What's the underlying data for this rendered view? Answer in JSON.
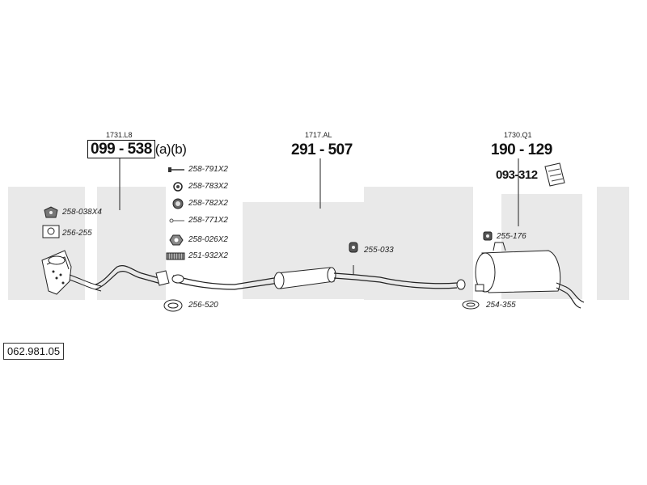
{
  "catalog_number": "062.981.05",
  "watermark": {
    "color": "#e9e9e9"
  },
  "sections": [
    {
      "ref": "1731.L8",
      "part": "099 - 538",
      "suffix": "(a)(b)"
    },
    {
      "ref": "1717.AL",
      "part": "291 - 507"
    },
    {
      "ref": "1730.Q1",
      "part": "190 - 129"
    }
  ],
  "extra_part": "093-312",
  "labels": {
    "l258_791": "258-791X2",
    "l258_783": "258-783X2",
    "l258_782": "258-782X2",
    "l258_771": "258-771X2",
    "l258_026": "258-026X2",
    "l251_932": "251-932X2",
    "l258_038": "258-038X4",
    "l256_255": "256-255",
    "l256_520": "256-520",
    "l255_033": "255-033",
    "l255_176": "255-176",
    "l254_355": "254-355"
  },
  "icons": {
    "gasket": "gasket-icon",
    "bolt": "bolt-icon",
    "nut": "nut-icon",
    "spring": "spring-icon",
    "clamp": "clamp-icon",
    "rubber_mount": "rubber-mount-icon",
    "heat_shield": "heat-shield-icon"
  }
}
